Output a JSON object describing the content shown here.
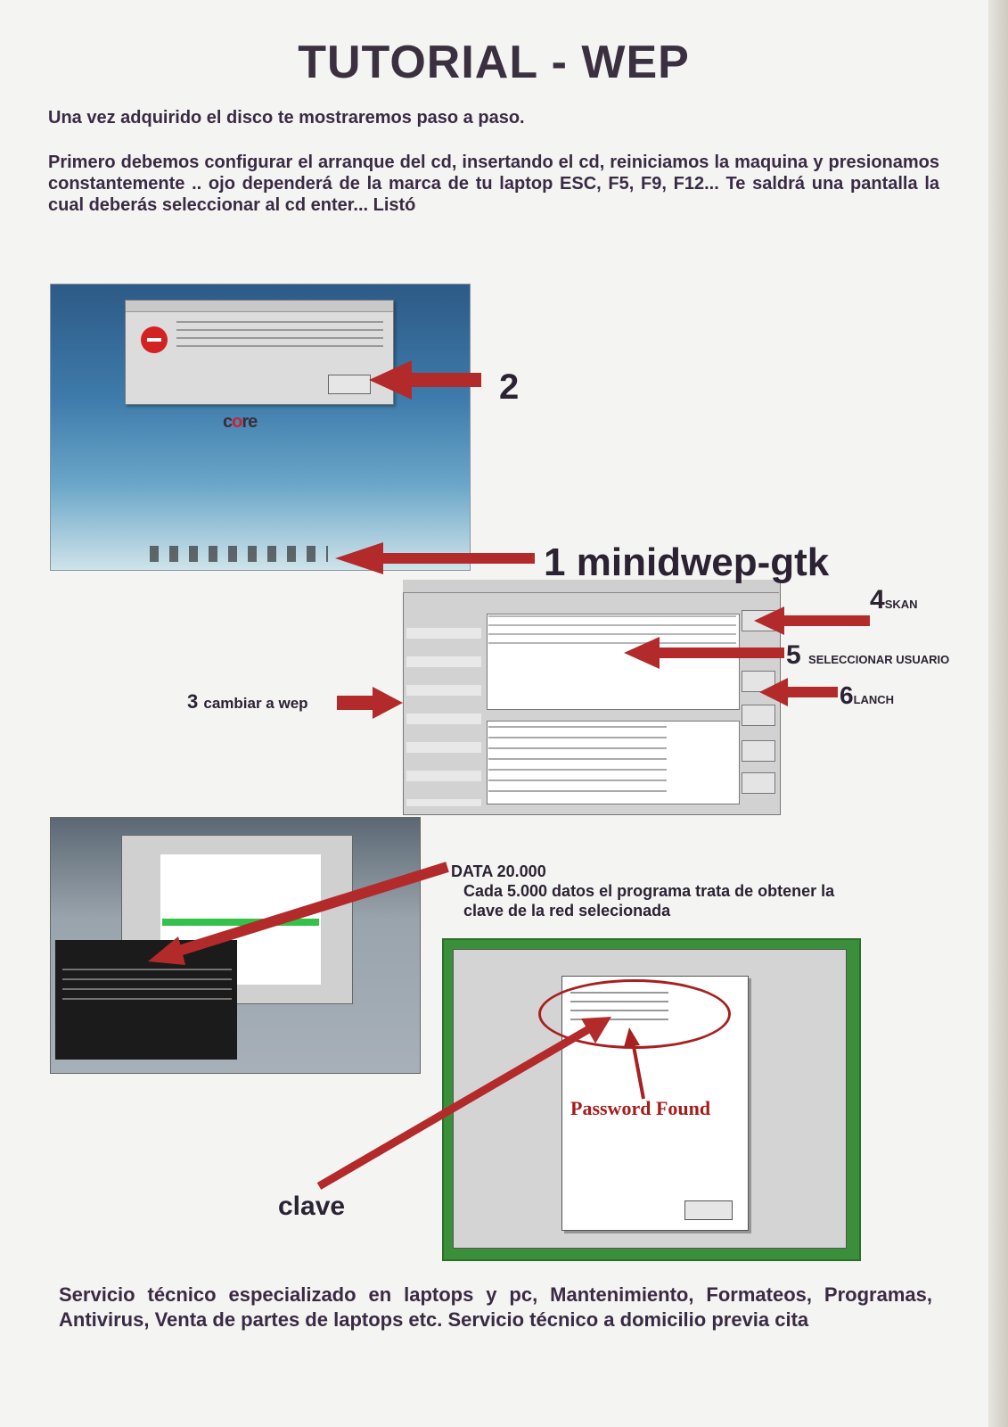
{
  "title": "TUTORIAL - WEP",
  "intro": "Una vez adquirido el disco te mostraremos paso a paso.",
  "boot_instructions": "Primero debemos configurar el arranque del cd, insertando el cd, reiniciamos la maquina y presionamos constantemente .. ojo dependerá de la marca de tu laptop ESC, F5, F9, F12... Te saldrá una pantalla la cual deberás seleccionar al cd enter... Listó",
  "callouts": {
    "step1": {
      "number": "1",
      "label": "minidwep-gtk"
    },
    "step2": {
      "number": "2",
      "label": ""
    },
    "step3": {
      "number": "3",
      "label": "cambiar a wep"
    },
    "step4": {
      "number": "4",
      "label": "SKAN"
    },
    "step5": {
      "number": "5",
      "label": "SELECCIONAR USUARIO"
    },
    "step6": {
      "number": "6",
      "label": "LANCH"
    }
  },
  "data_note": {
    "label": "DATA 20.000",
    "description": "Cada 5.000 datos el programa trata de obtener la clave de la red selecionada"
  },
  "password_found": "Password Found",
  "clave_label": "clave",
  "footer": "Servicio técnico especializado en laptops y pc, Mantenimiento, Formateos, Programas, Antivirus, Venta de partes de laptops etc. Servicio técnico a domicilio previa cita",
  "colors": {
    "arrow": "#b32a2a",
    "text": "#3a2a44",
    "highlight_ring": "#a82020",
    "password_text": "#a51c1c"
  }
}
